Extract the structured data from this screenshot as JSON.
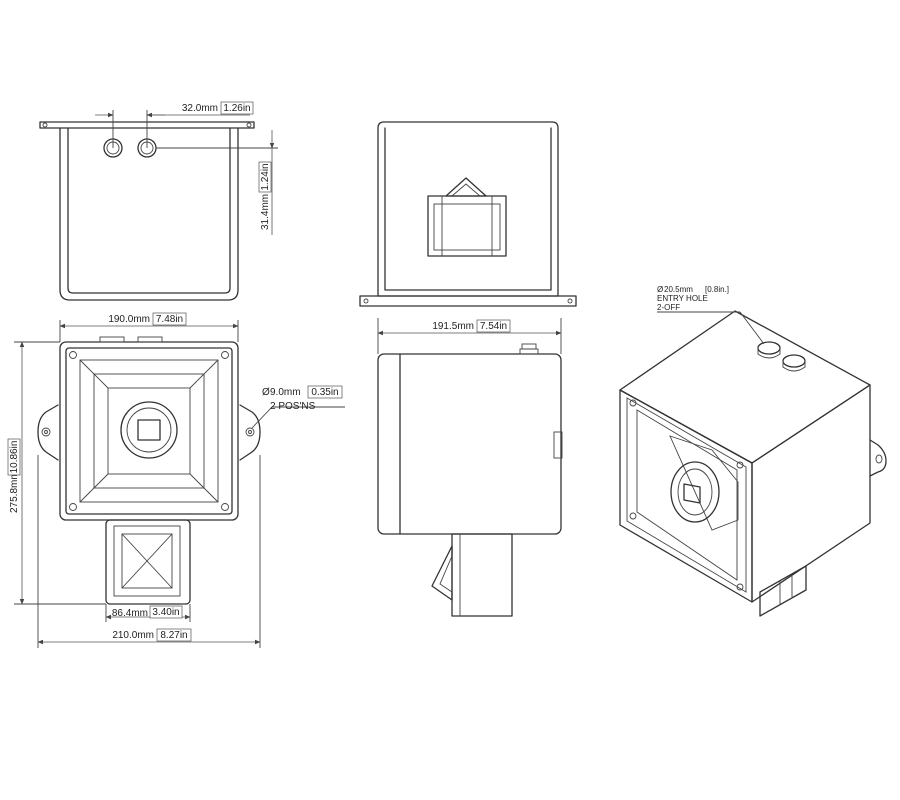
{
  "dimensions": {
    "top_spacing": {
      "mm": "32.0mm",
      "in": "1.26in"
    },
    "top_depth": {
      "mm": "31.4mm",
      "in": "1.24in"
    },
    "front_width": {
      "mm": "190.0mm",
      "in": "7.48in"
    },
    "front_height": {
      "mm": "275.8mm",
      "in": "10.86in"
    },
    "mount_hole": {
      "mm": "9.0mm",
      "in": "0.35in",
      "note": "2 POS'NS",
      "symbol": "Ø"
    },
    "horn_width": {
      "mm": "86.4mm",
      "in": "3.40in"
    },
    "overall_width": {
      "mm": "210.0mm",
      "in": "8.27in"
    },
    "side_depth": {
      "mm": "191.5mm",
      "in": "7.54in"
    },
    "entry_hole": {
      "symbol": "Ø",
      "size": "20.5mm",
      "in": "[0.8in.]",
      "line2": "ENTRY HOLE",
      "line3": "2-OFF"
    }
  }
}
